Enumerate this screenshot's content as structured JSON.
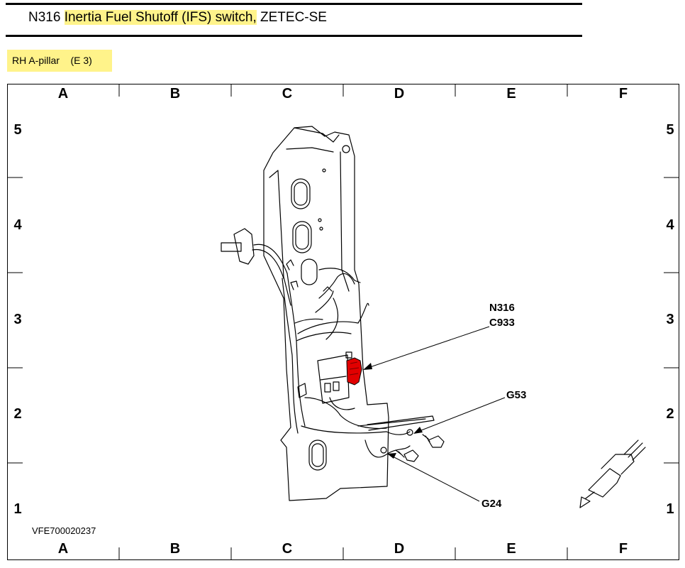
{
  "header": {
    "code": "N316",
    "name": "Inertia Fuel Shutoff (IFS) switch,",
    "model": "ZETEC-SE"
  },
  "location": {
    "area": "RH A-pillar",
    "grid": "(E 3)"
  },
  "grid": {
    "columns": [
      "A",
      "B",
      "C",
      "D",
      "E",
      "F"
    ],
    "rows": [
      "5",
      "4",
      "3",
      "2",
      "1"
    ]
  },
  "callouts": {
    "component": "N316",
    "connector": "C933",
    "ground_upper": "G53",
    "ground_lower": "G24"
  },
  "figure_id": "VFE700020237",
  "colors": {
    "highlight": "#fff38a",
    "component": "#e10000",
    "line": "#000000"
  }
}
